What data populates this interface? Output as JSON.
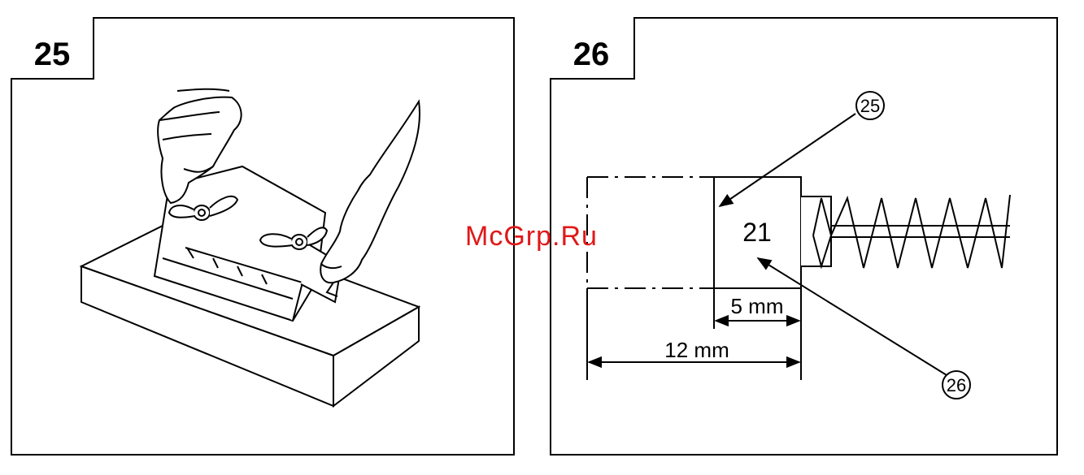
{
  "figures": [
    {
      "number": "25"
    },
    {
      "number": "26",
      "part_label": "21",
      "dimension_small": "5 mm",
      "dimension_large": "12 mm",
      "callout_top": "25",
      "callout_bottom": "26"
    }
  ],
  "watermark": "McGrp.Ru"
}
